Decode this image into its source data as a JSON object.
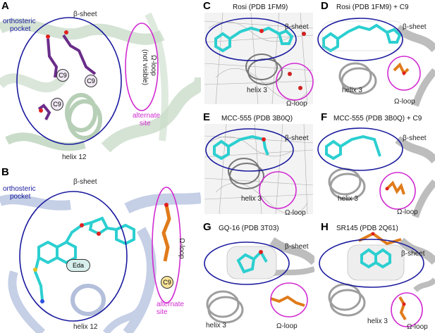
{
  "panels": {
    "A": {
      "letter": "A",
      "beta_sheet": "β-sheet",
      "ortho_1": "orthosteric",
      "ortho_2": "pocket",
      "c9_1": "C9",
      "c9_2": "C9",
      "c9_3": "C9",
      "omega_1": "Ω-loop",
      "omega_2": "(not visible)",
      "alt_1": "alternate",
      "alt_2": "site",
      "helix": "helix 12"
    },
    "B": {
      "letter": "B",
      "beta_sheet": "β-sheet",
      "ortho_1": "orthosteric",
      "ortho_2": "pocket",
      "eda": "Eda",
      "c9": "C9",
      "omega": "Ω-loop",
      "alt_1": "alternate",
      "alt_2": "site",
      "helix": "helix 12"
    },
    "C": {
      "letter": "C",
      "title": "Rosi (PDB 1FM9)",
      "beta_sheet": "β-sheet",
      "helix": "helix 3",
      "omega": "Ω-loop"
    },
    "D": {
      "letter": "D",
      "title": "Rosi (PDB 1FM9) + C9",
      "beta_sheet": "β-sheet",
      "helix": "helix 3",
      "omega": "Ω-loop"
    },
    "E": {
      "letter": "E",
      "title": "MCC-555 (PDB 3B0Q)",
      "beta_sheet": "β-sheet",
      "helix": "helix 3",
      "omega": "Ω-loop"
    },
    "F": {
      "letter": "F",
      "title": "MCC-555 (PDB 3B0Q) + C9",
      "beta_sheet": "β-sheet",
      "helix": "helix 3",
      "omega": "Ω-loop"
    },
    "G": {
      "letter": "G",
      "title": "GQ-16 (PDB 3T03)",
      "beta_sheet": "β-sheet",
      "helix": "helix 3",
      "omega": "Ω-loop"
    },
    "H": {
      "letter": "H",
      "title": "SR145 (PDB 2Q61)",
      "beta_sheet": "β-sheet",
      "helix": "helix 3",
      "omega": "Ω-loop"
    }
  },
  "colors": {
    "pocket_ellipse": "#1a1a9e",
    "alternate_ellipse": "#d12bd1",
    "ribbon_green": "#c9dcc9",
    "ribbon_blue": "#c5cfe6",
    "ribbon_grey": "#bdbdbd",
    "c9_purple": "#6a2d8a",
    "c9_orange": "#e07b1a",
    "ligand_cyan": "#2ccfd0",
    "mesh_grey": "#9a9a9a"
  }
}
